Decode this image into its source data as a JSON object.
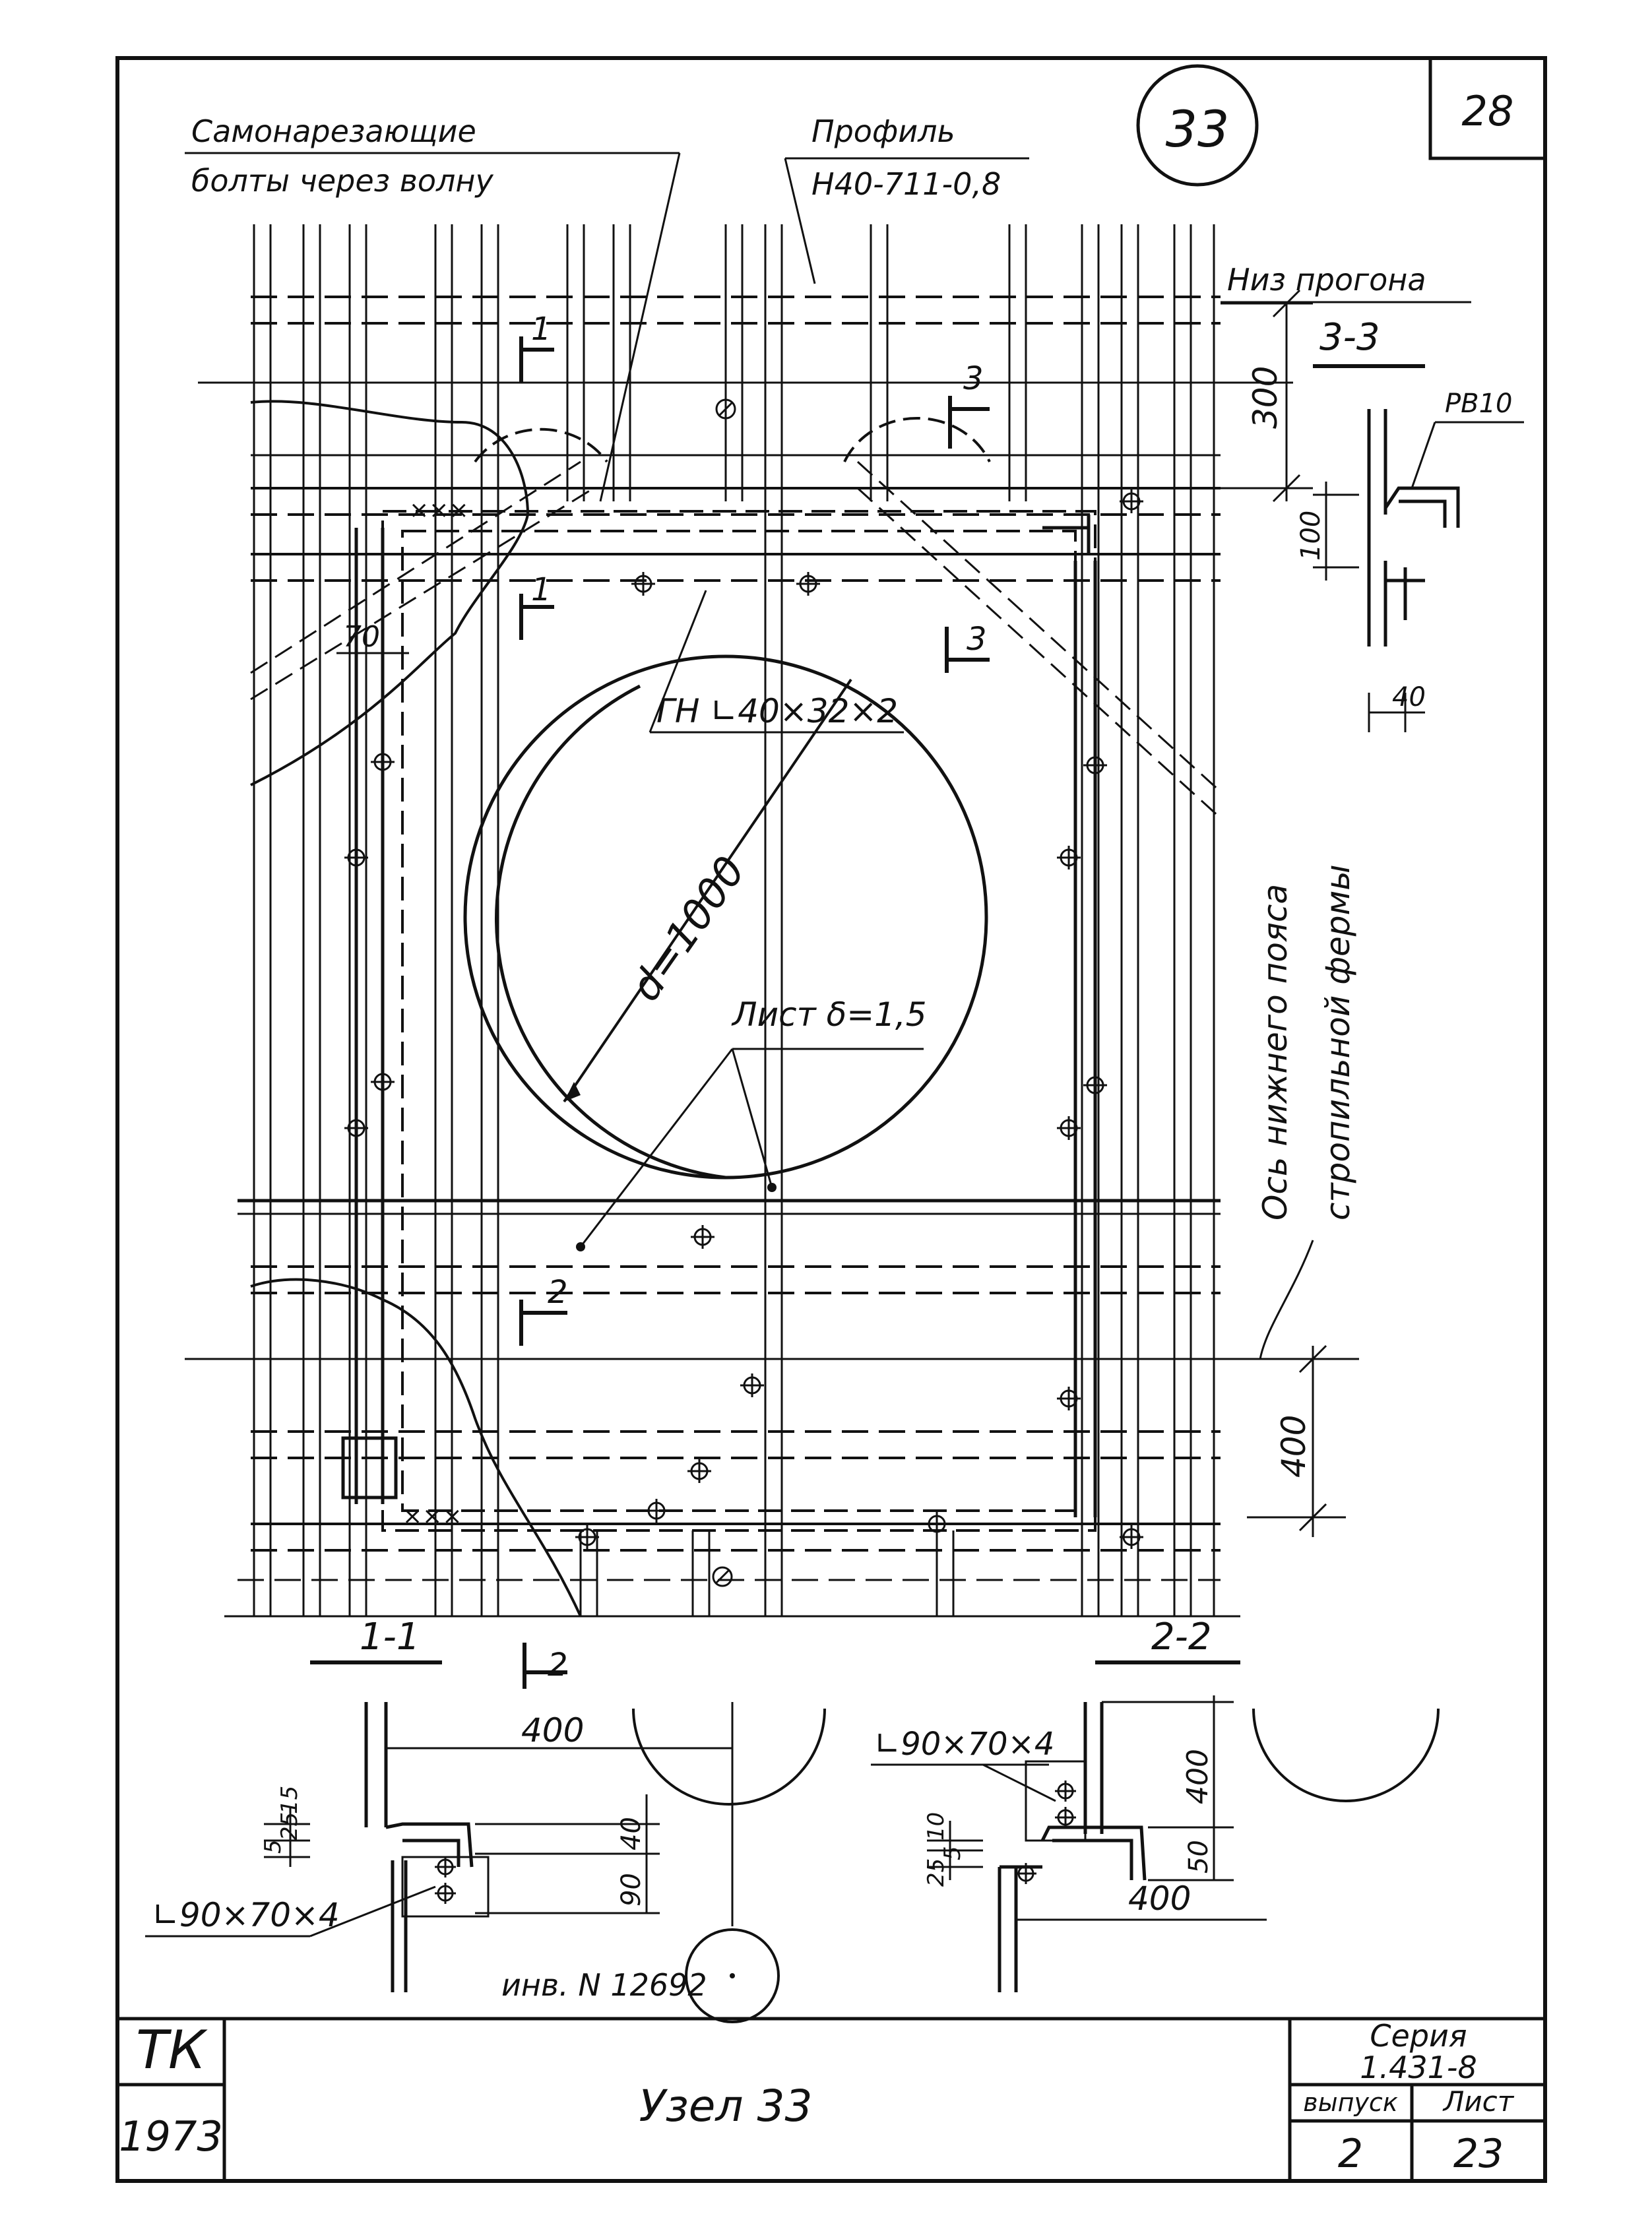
{
  "sheet_number_top": "28",
  "node_circle_label": "33",
  "labels": {
    "self_tapping_line1": "Самонарезающие",
    "self_tapping_line2": "болты через волну",
    "profile_line1": "Профиль",
    "profile_line2": "Н40-711-0,8",
    "purlin_bottom": "Низ прогона",
    "angle_frame": "ГН ∟40×32×2",
    "diameter": "d=1000",
    "sheet_thickness": "Лист δ=1,5",
    "truss_axis_line1": "Ось нижнего пояса",
    "truss_axis_line2": "стропильной фермы",
    "inv_number": "инв. N 12692",
    "rb10": "РВ10"
  },
  "dimensions": {
    "d300": "300",
    "d100": "100",
    "d40_side": "40",
    "d70": "70",
    "d400_right": "400",
    "d400_s11": "400",
    "d40_s11": "40",
    "d90_s11": "90",
    "d5_s11": "5",
    "d25_s11": "25",
    "d15_s11": "15",
    "d400_s22_vert": "400",
    "d50_s22": "50",
    "d400_s22_horiz": "400",
    "d10_s22": "10",
    "d5_s22": "5",
    "d25_s22": "25"
  },
  "section_marks": {
    "s1_top": "1",
    "s1_mid": "1",
    "s3_top": "3",
    "s3_mid": "3",
    "s2_mid": "2",
    "s2_bottom": "2"
  },
  "section_titles": {
    "s33": "3-3",
    "s11": "1-1",
    "s22": "2-2"
  },
  "angle_labels": {
    "s22": "∟90×70×4",
    "s11": "∟90×70×4"
  },
  "title_block": {
    "org": "ТК",
    "year": "1973",
    "title": "Узел 33",
    "series_label": "Серия",
    "series_value": "1.431-8",
    "issue_label": "выпуск",
    "issue_value": "2",
    "sheet_label": "Лист",
    "sheet_value": "23"
  }
}
